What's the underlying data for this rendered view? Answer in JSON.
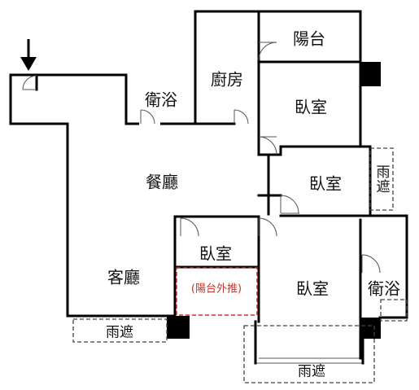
{
  "plan": {
    "rooms": {
      "balcony_top": "陽台",
      "kitchen": "廚房",
      "bath_upper": "衛浴",
      "bedroom_upper": "臥室",
      "bedroom_mid": "臥室",
      "dining": "餐廳",
      "living": "客廳",
      "bedroom_small": "臥室",
      "balcony_push": "(陽台外推)",
      "bedroom_master": "臥室",
      "bath_lower": "衛浴"
    },
    "canopies": {
      "right_upper": "雨遮",
      "bottom_left": "雨遮",
      "bottom_right": "雨遮"
    }
  },
  "colors": {
    "wall": "#000000",
    "thin_line": "#555555",
    "dashed": "#444444",
    "highlight": "#c8322a",
    "pillar": "#000000"
  },
  "icons": {
    "entry": "down-arrow-icon",
    "door": "door-swing-icon"
  }
}
